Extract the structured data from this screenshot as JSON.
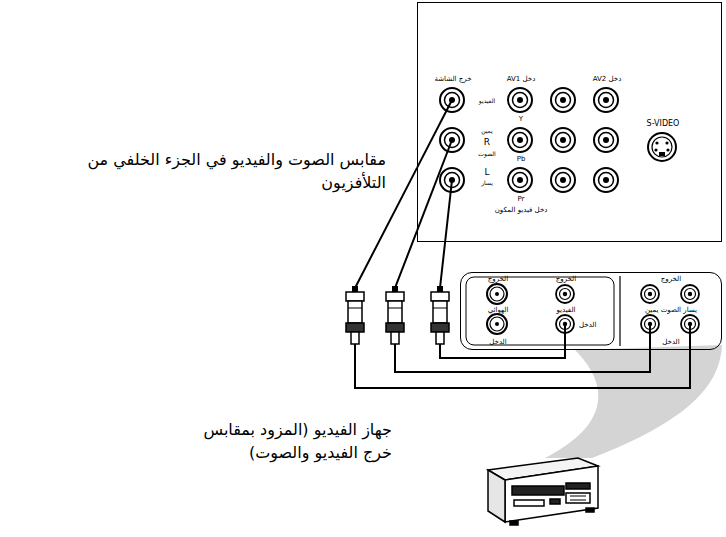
{
  "diagram": {
    "nodes": [
      {
        "text": [
          "خرج الشاشة",
          "دخل AV1",
          "دخل AV2",
          "الفيديو",
          "يمين",
          "R",
          "الصوت",
          "L",
          "يسار",
          "Y",
          "Pb",
          "Pr",
          "دخل فيديو المكون",
          "S-VIDEO"
        ]
      },
      {
        "text": [
          "الخروج",
          "الهوائي",
          "الدخل",
          "الخروج",
          "الفيديو",
          "الدخل",
          "الخروج",
          "يسار الصوت يمين",
          "الدخل"
        ]
      }
    ],
    "edges": [
      {
        "from": 1,
        "to": 0,
        "arrow": "none"
      },
      {
        "from": 1,
        "to": 0,
        "arrow": "none"
      },
      {
        "from": 1,
        "to": 0,
        "arrow": "none"
      }
    ],
    "labels": [
      "مقابس الصوت والفيديو في الجزء الخلفي من التلأفزيون",
      "جهاز الفيديو (المزود بمقابس خرج الفيديو والصوت)"
    ]
  }
}
